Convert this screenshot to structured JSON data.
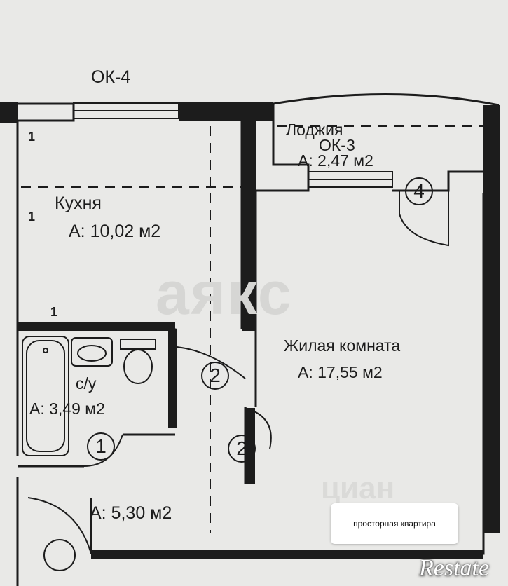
{
  "labels": {
    "window_top": "ОК-4",
    "loggia_name": "Лоджия",
    "loggia_window": "ОК-3",
    "loggia_area": "А: 2,47 м2",
    "kitchen_name": "Кухня",
    "kitchen_area": "А: 10,02 м2",
    "living_name": "Жилая комната",
    "living_area": "А: 17,55 м2",
    "bath_name": "с/у",
    "bath_area": "А: 3,49 м2",
    "hall_area": "А: 5,30 м2"
  },
  "small_marks": {
    "kitchen_top": "1",
    "kitchen_left": "1",
    "kitchen_bottom": "1"
  },
  "door_markers": {
    "loggia_door": "4",
    "hall_right": "2",
    "hall_left": "2",
    "bath_door": "1"
  },
  "watermarks": {
    "main": "аякс",
    "cian": "циан"
  },
  "caption": "просторная квартира",
  "brand": "Restate",
  "colors": {
    "background": "#e9e9e7",
    "line": "#1c1c1c",
    "watermark": "#d6d6d4",
    "brand_text": "#ffffff"
  }
}
